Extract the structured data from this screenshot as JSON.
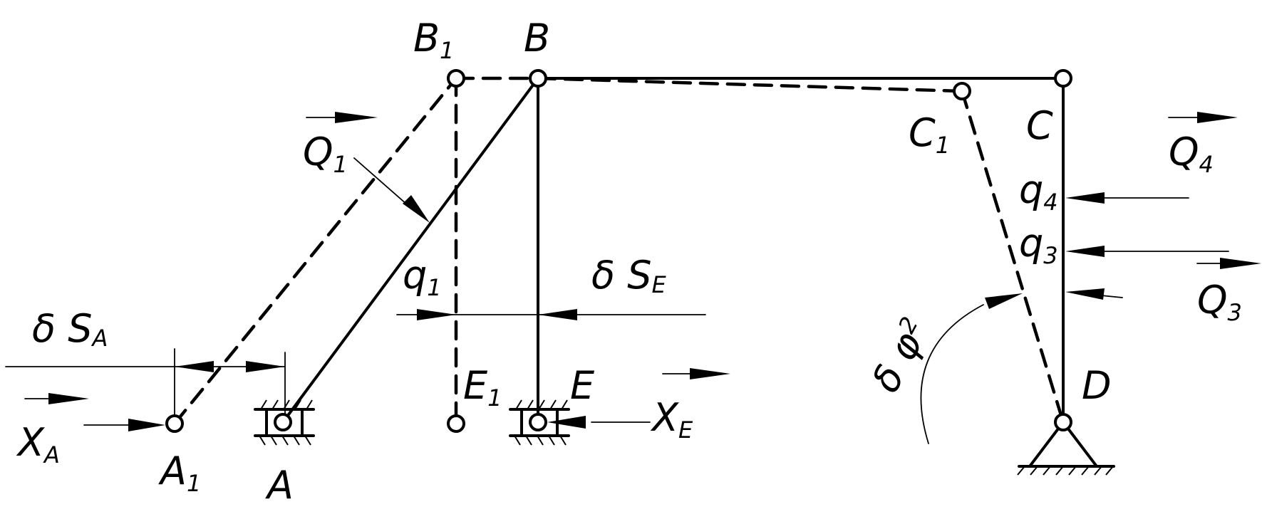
{
  "points": {
    "A": "A",
    "A1": "A",
    "A1_sub": "1",
    "B": "B",
    "B1": "B",
    "B1_sub": "1",
    "C": "C",
    "C1": "C",
    "C1_sub": "1",
    "D": "D",
    "E": "E",
    "E1": "E",
    "E1_sub": "1"
  },
  "forces": {
    "Q1": "Q",
    "Q1_sub": "1",
    "Q3": "Q",
    "Q3_sub": "3",
    "Q4": "Q",
    "Q4_sub": "4",
    "XA": "X",
    "XA_sub": "A",
    "XE": "X",
    "XE_sub": "E",
    "q1": "q",
    "q1_sub": "1",
    "q3": "q",
    "q3_sub": "3",
    "q4": "q",
    "q4_sub": "4"
  },
  "displacements": {
    "dSA": "δ S",
    "dSA_sub": "A",
    "dSE": "δ S",
    "dSE_sub": "E",
    "dphi": "δ φ",
    "dphi_sup": "2"
  }
}
